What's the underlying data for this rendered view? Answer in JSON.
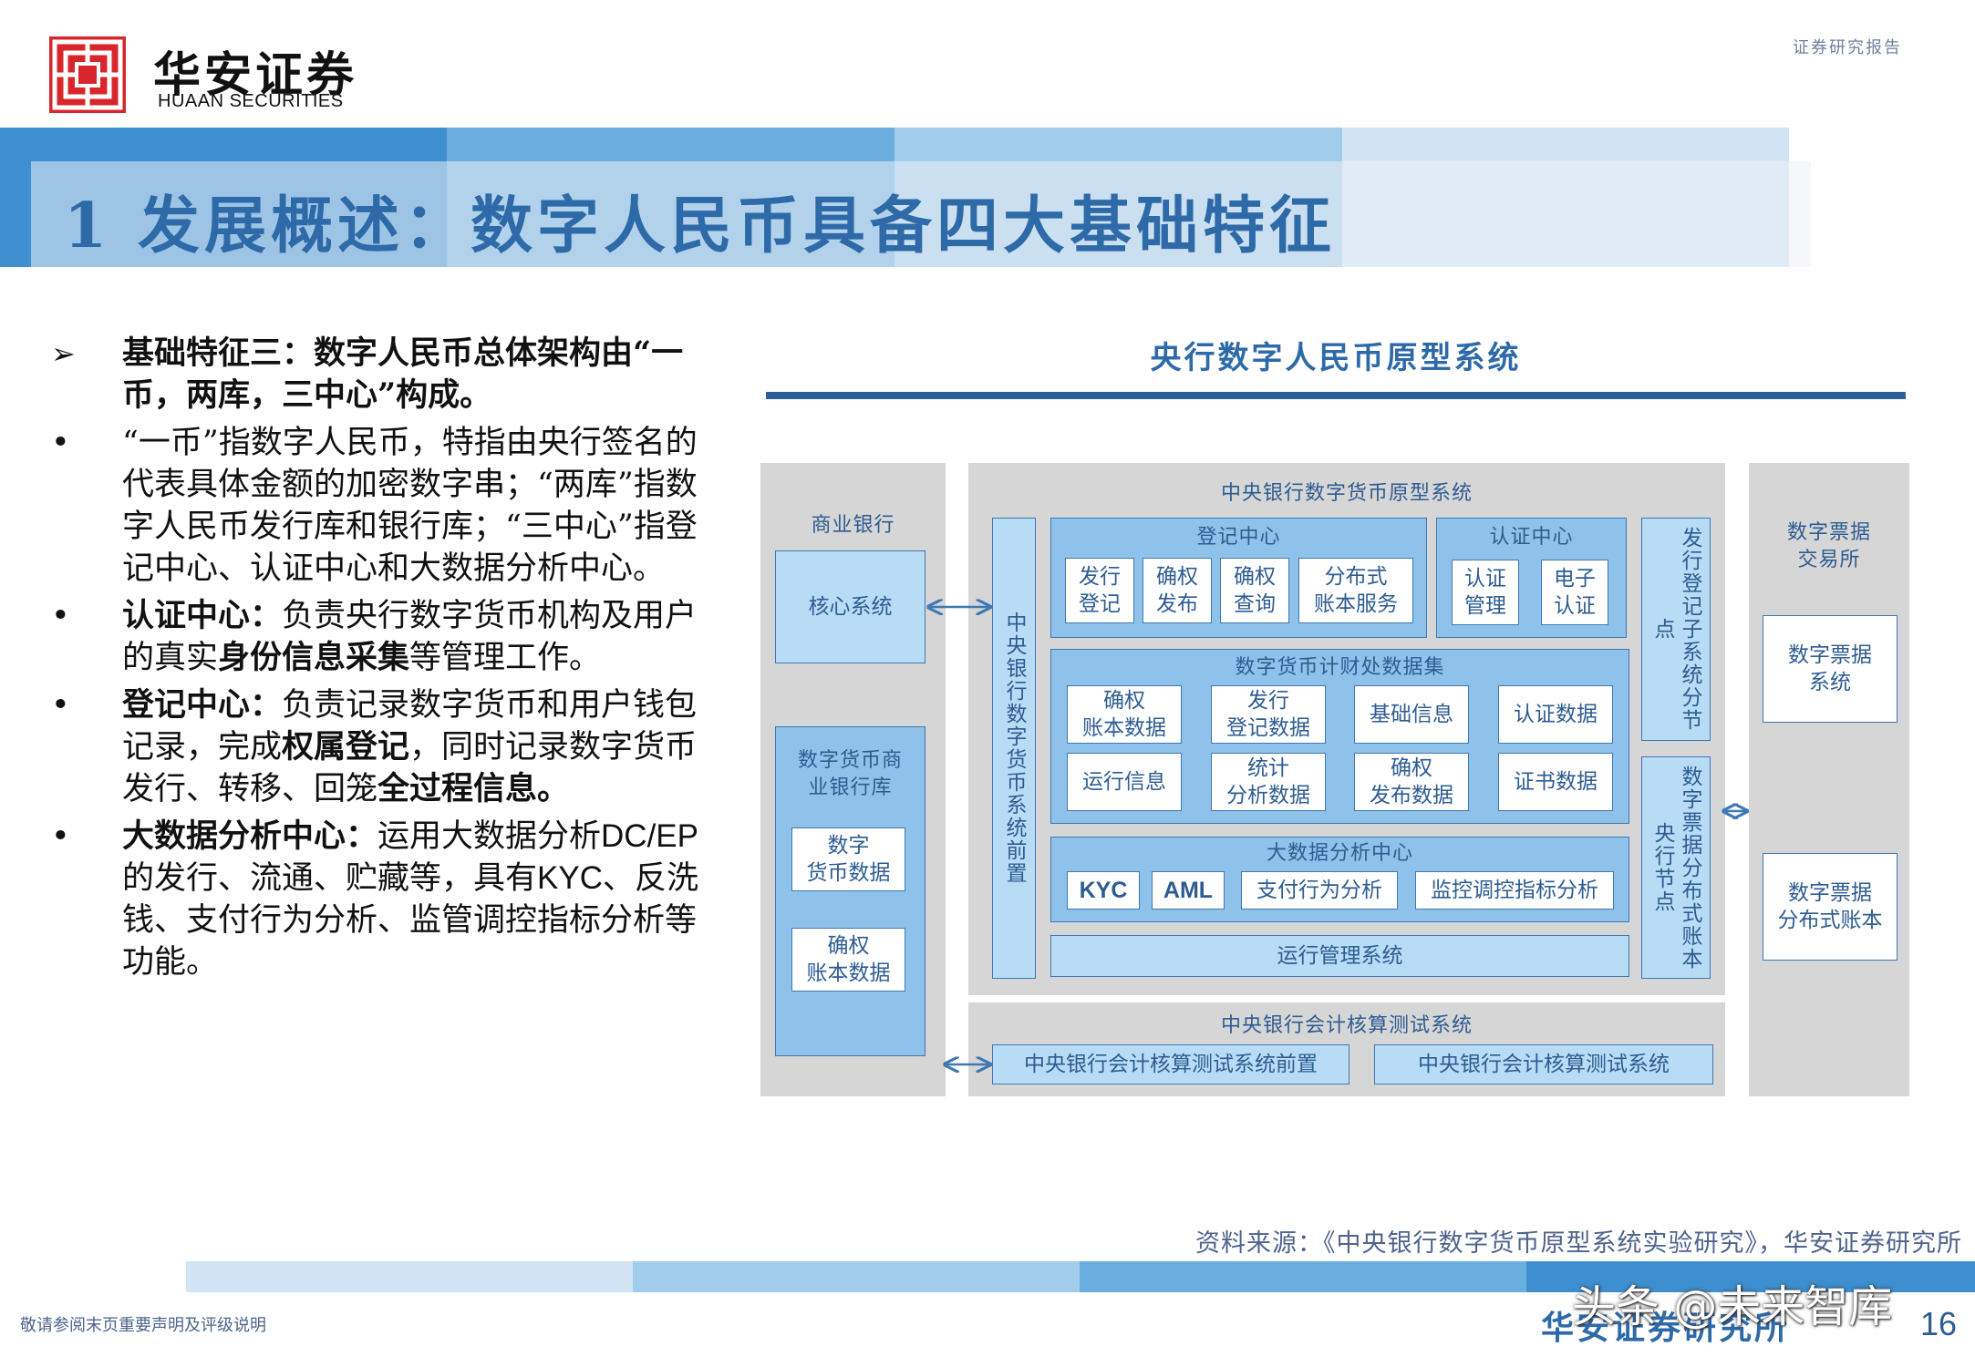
{
  "header": {
    "logo_cn": "华安证券",
    "logo_en": "HUAAN SECURITIES",
    "doc_type": "证券研究报告",
    "title": "1 发展概述：数字人民币具备四大基础特征"
  },
  "left": {
    "b1_pre": "基础特征三：数字人民币总体架构由“一币，两库，三中心”构成。",
    "b2_text": "“一币”指数字人民币，特指由央行签名的代表具体金额的加密数字串；“两库”指数字人民币发行库和银行库；“三中心”指登记中心、认证中心和大数据分析中心。",
    "b3_bold": "认证中心：",
    "b3_text1": "负责央行数字货币机构及用户的真实",
    "b3_bold2": "身份信息采集",
    "b3_text2": "等管理工作。",
    "b4_bold": "登记中心：",
    "b4_text1": "负责记录数字货币和用户钱包记录，完成",
    "b4_bold2": "权属登记",
    "b4_text2": "，同时记录数字货币发行、转移、回笼",
    "b4_bold3": "全过程信息。",
    "b5_bold": "大数据分析中心：",
    "b5_text1": "运用大数据分析",
    "b5_latin1": "DC/EP",
    "b5_text2": "的发行、流通、贮藏等，具有",
    "b5_latin2": "KYC",
    "b5_text3": "、反洗钱、支付行为分析、监管调控指标分析等功能。"
  },
  "diagram": {
    "title": "央行数字人民币原型系统",
    "bank": {
      "label": "商业银行",
      "core": "核心系统",
      "vault_label": "数字货币商业银行库",
      "vault_items": [
        "数字\n货币数据",
        "确权\n账本数据"
      ]
    },
    "central": {
      "label": "中央银行数字货币原型系统",
      "front": "中央银行数字货币系统前置",
      "registry": {
        "label": "登记中心",
        "items": [
          "发行\n登记",
          "确权\n发布",
          "确权\n查询",
          "分布式\n账本服务"
        ]
      },
      "auth": {
        "label": "认证中心",
        "items": [
          "认证\n管理",
          "电子\n认证"
        ]
      },
      "dataset": {
        "label": "数字货币计财处数据集",
        "items": [
          "确权\n账本数据",
          "发行\n登记数据",
          "基础信息",
          "认证数据",
          "运行信息",
          "统计\n分析数据",
          "确权\n发布数据",
          "证书数据"
        ]
      },
      "bigdata": {
        "label": "大数据分析中心",
        "items": [
          "KYC",
          "AML",
          "支付行为分析",
          "监控调控指标分析"
        ]
      },
      "ops": "运行管理系统",
      "issue_node": "发行登记子系统分节点",
      "bill_node": "数字票据分布式账本央行节点"
    },
    "accounting": {
      "label": "中央银行会计核算测试系统",
      "front": "中央银行会计核算测试系统前置",
      "system": "中央银行会计核算测试系统"
    },
    "exchange": {
      "label": "数字票据\n交易所",
      "items": [
        "数字票据\n系统",
        "数字票据\n分布式账本"
      ]
    }
  },
  "footer": {
    "source": "资料来源：《中央银行数字货币原型系统实验研究》，华安证券研究所",
    "disclaimer": "敬请参阅末页重要声明及评级说明",
    "institute": "华安证券研究所",
    "watermark": "头条 @未来智库",
    "page": "16"
  },
  "colors": {
    "brand_red": "#d8262c",
    "title_blue": "#2e6aa8",
    "panel_grey": "#d6d6d6",
    "panel_blue": "#8fc2ea",
    "box_light_blue": "#b9dcf6"
  }
}
